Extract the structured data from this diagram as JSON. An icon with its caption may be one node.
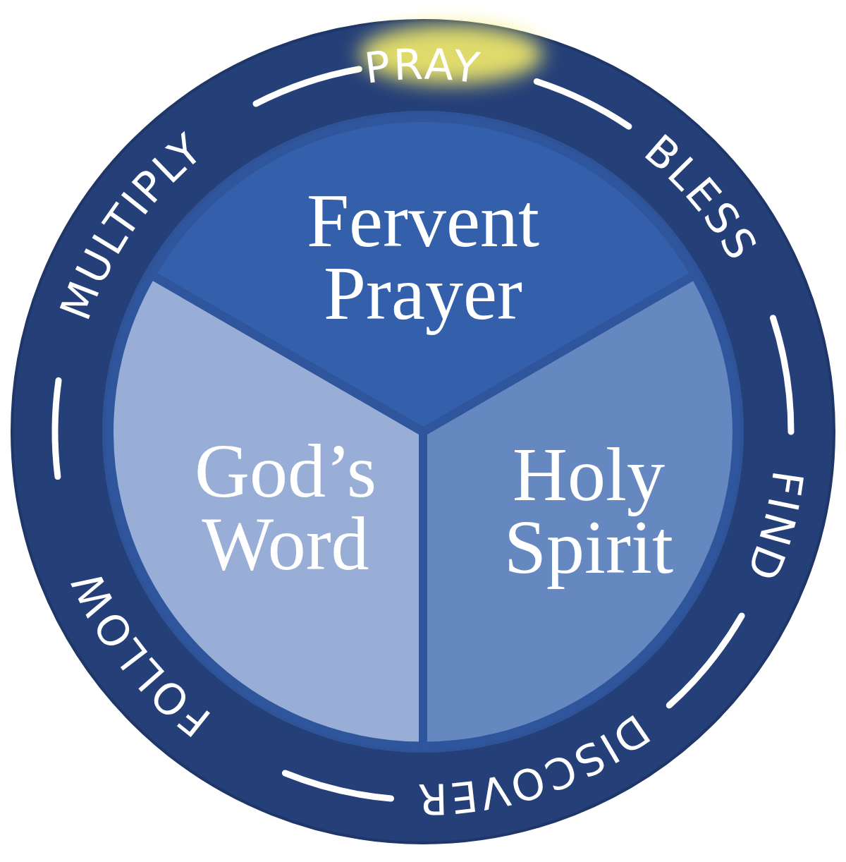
{
  "diagram": {
    "nodes": [
      {
        "text": [
          "PRAY",
          "BLESS",
          "FIND",
          "DISCOVER",
          "FOLLOW",
          "MULTIPLY"
        ]
      },
      {
        "text": [
          "Fervent Prayer"
        ],
        "in": 0
      },
      {
        "text": [
          "God’s Word"
        ],
        "in": 0
      },
      {
        "text": [
          "Holy Spirit"
        ],
        "in": 0
      }
    ]
  }
}
